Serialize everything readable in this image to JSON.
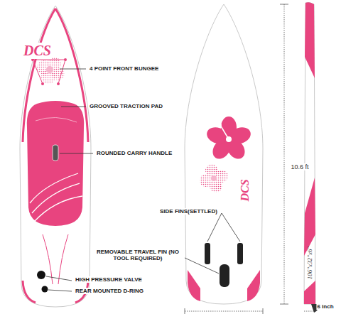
{
  "diagram": {
    "labels": [
      "DCS",
      "4 POINT FRONT BUNGEE",
      "GROOVED TRACTION PAD",
      "ROUNDED CARRY HANDLE",
      "SIDE FINS(SETTLED)",
      "REMOVABLE TRAVEL FIN (NO TOOL REQUIRED)",
      "HIGH PRESSURE VALVE",
      "REAR MOUNTED D-RING",
      "DCS",
      "10.6 ft",
      "106\"x32\"x6\"",
      "6 inch"
    ]
  }
}
